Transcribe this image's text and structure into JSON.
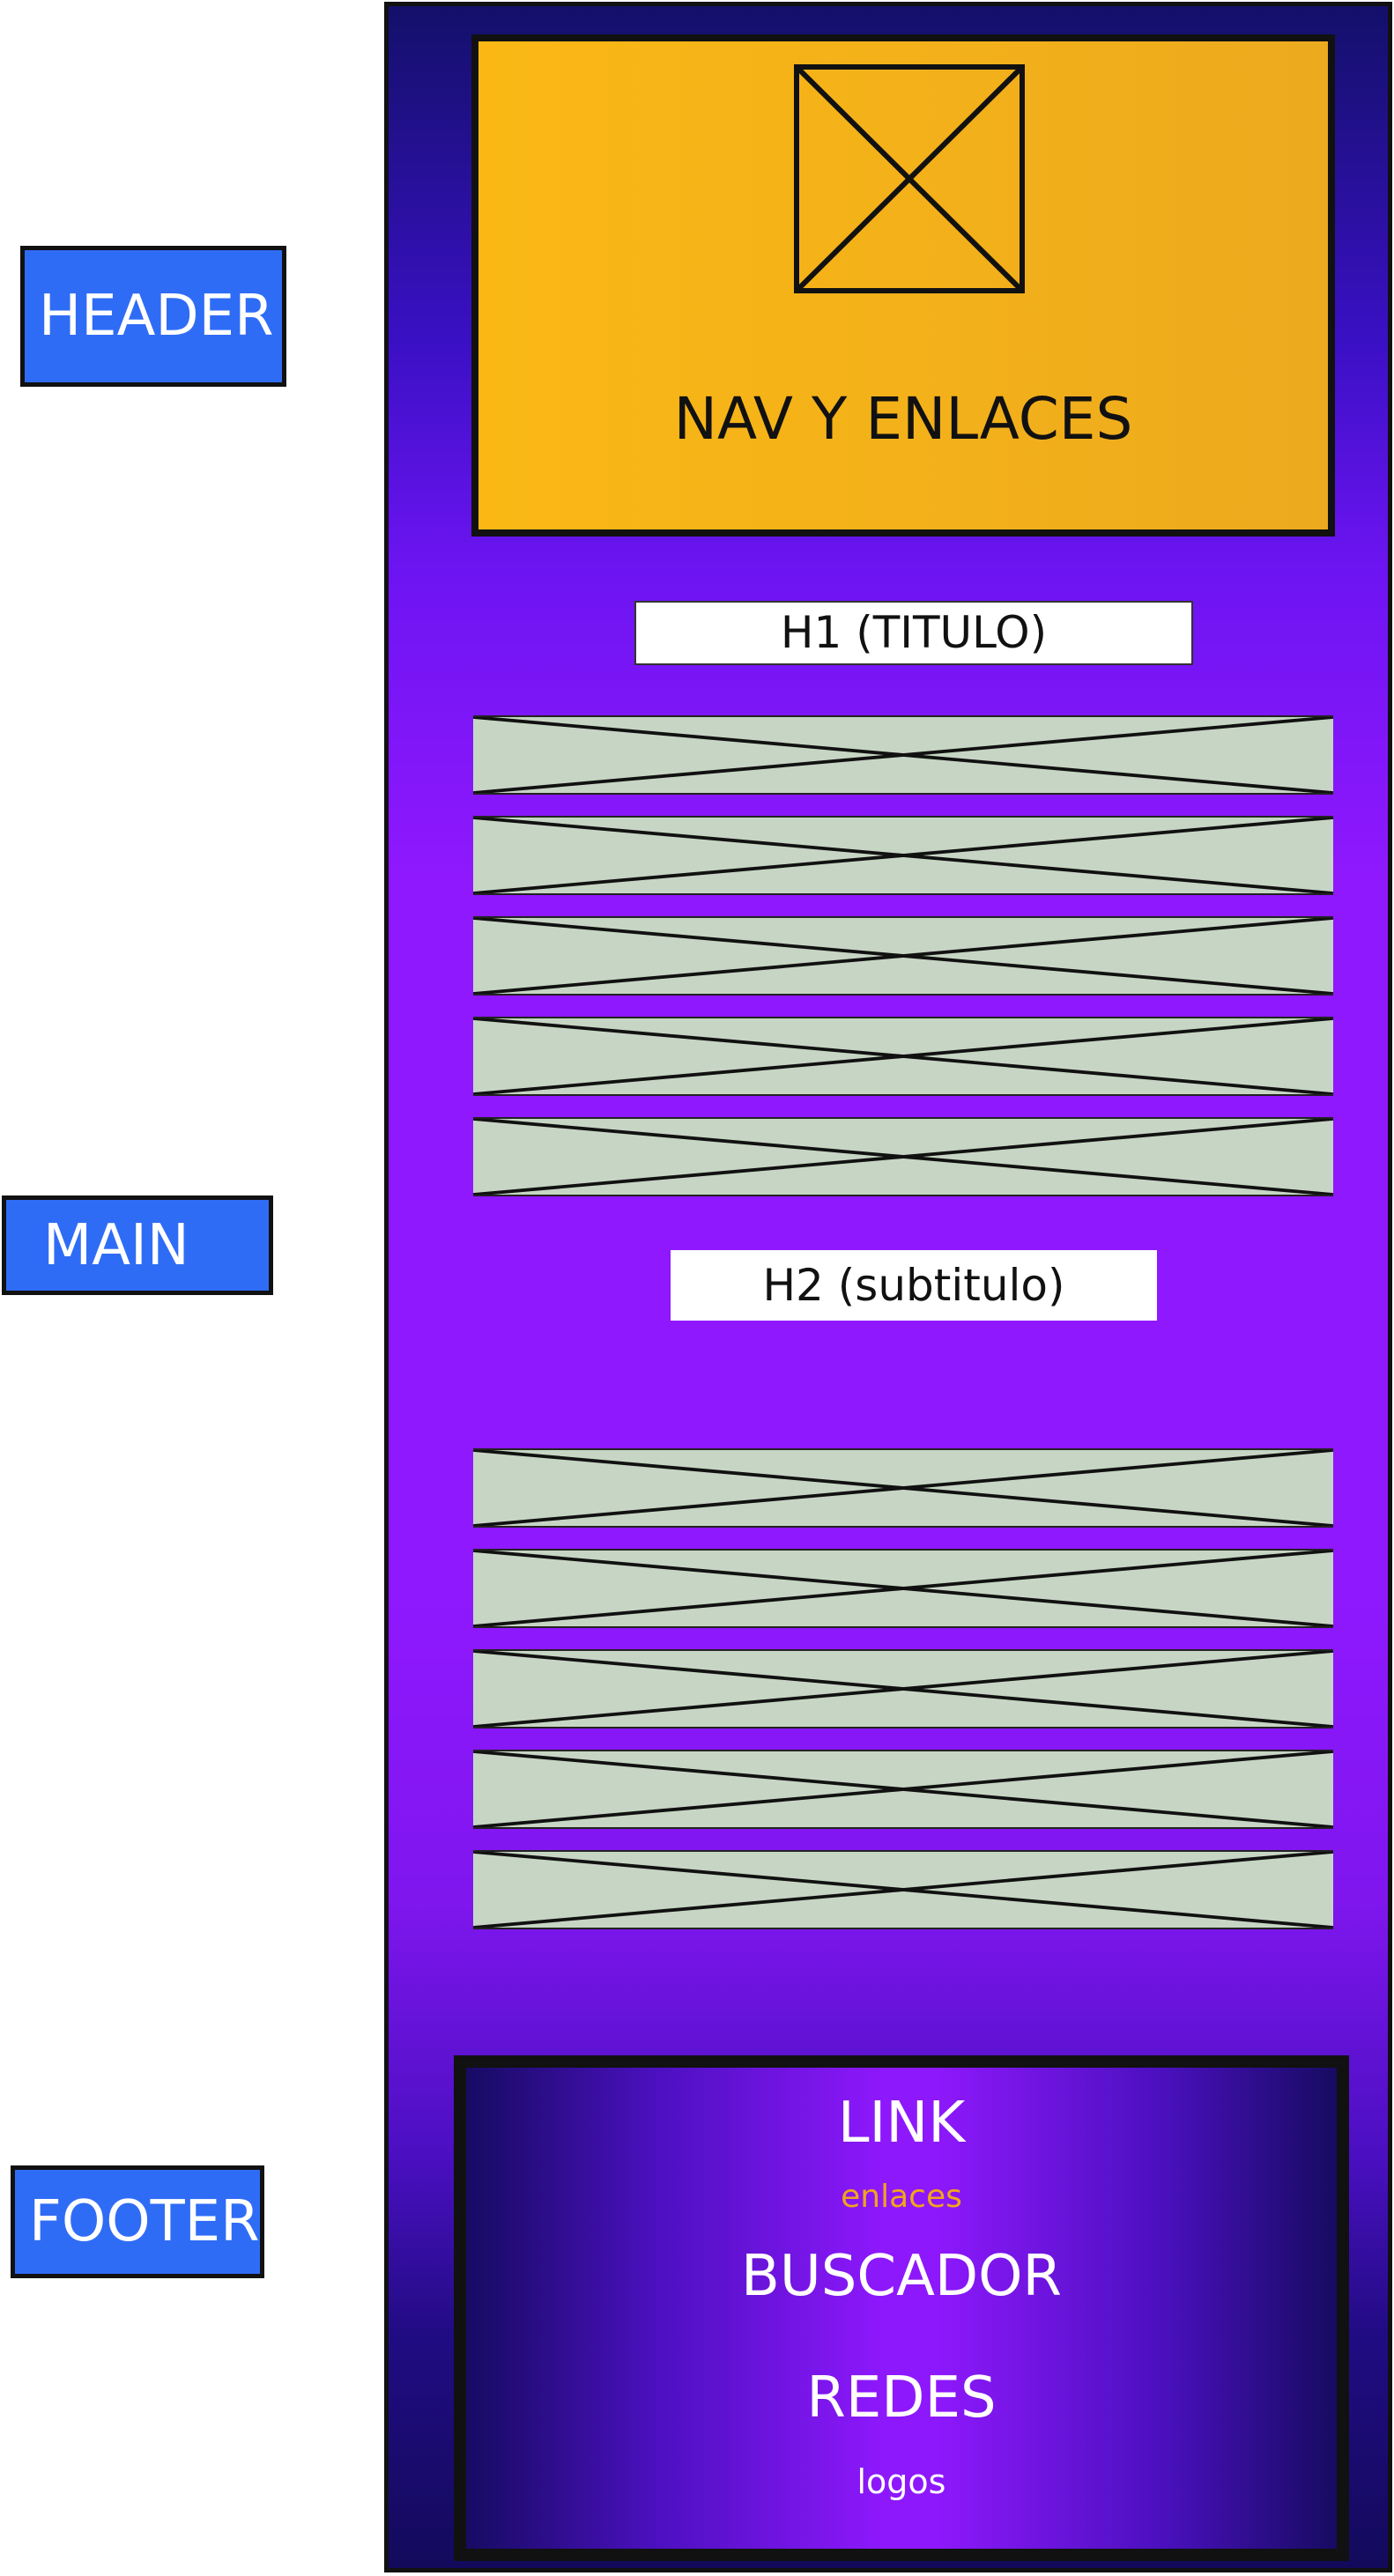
{
  "side_labels": {
    "header": "HEADER",
    "main": "MAIN",
    "footer": "FOOTER"
  },
  "header_box": {
    "nav_text": "NAV Y ENLACES",
    "logo_icon": "image-placeholder-icon"
  },
  "main_section": {
    "h1": "H1 (TITULO)",
    "h2": "H2 (subtitulo)",
    "row_icon": "image-placeholder-icon"
  },
  "footer_box": {
    "link": "LINK",
    "enlaces": "enlaces",
    "buscador": "BUSCADOR",
    "redes": "REDES",
    "logos": "logos"
  },
  "colors": {
    "label_blue": "#2f6cf6",
    "header_orange": "#fbb815",
    "page_purple": "#8f18fe",
    "page_navy": "#13106a",
    "row_gray": "#c7d6c4",
    "enlaces_orange": "#f2a41c"
  }
}
